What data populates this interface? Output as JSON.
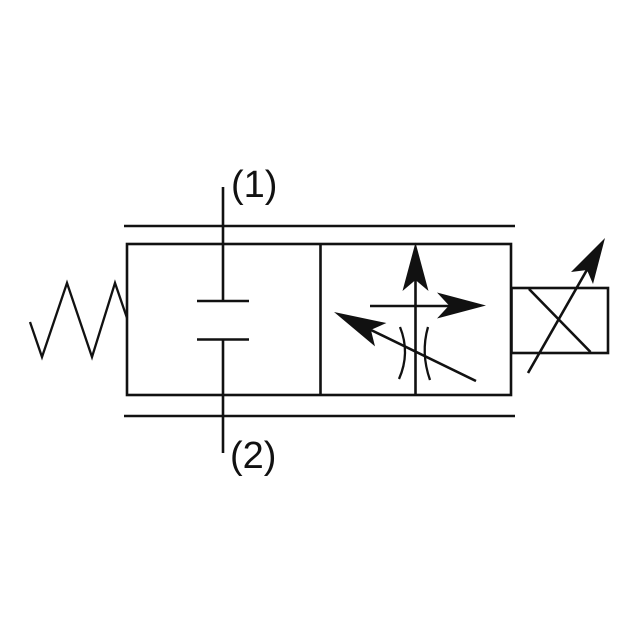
{
  "diagram": {
    "kind": "hydraulic-valve-schematic"
  },
  "ports": {
    "port1_label": "(1)",
    "port2_label": "(2)"
  },
  "colors": {
    "line": "#111111",
    "background": "#ffffff"
  },
  "icons": {
    "spring": "spring-icon",
    "blocked_port": "blocked-port-bars-icon",
    "up_arrow": "flow-up-arrow-icon",
    "right_arrow": "flow-right-arrow-icon",
    "diagonal_arrow": "flow-diagonal-arrow-icon",
    "orifice": "restriction-orifice-icon",
    "solenoid": "proportional-solenoid-icon"
  }
}
